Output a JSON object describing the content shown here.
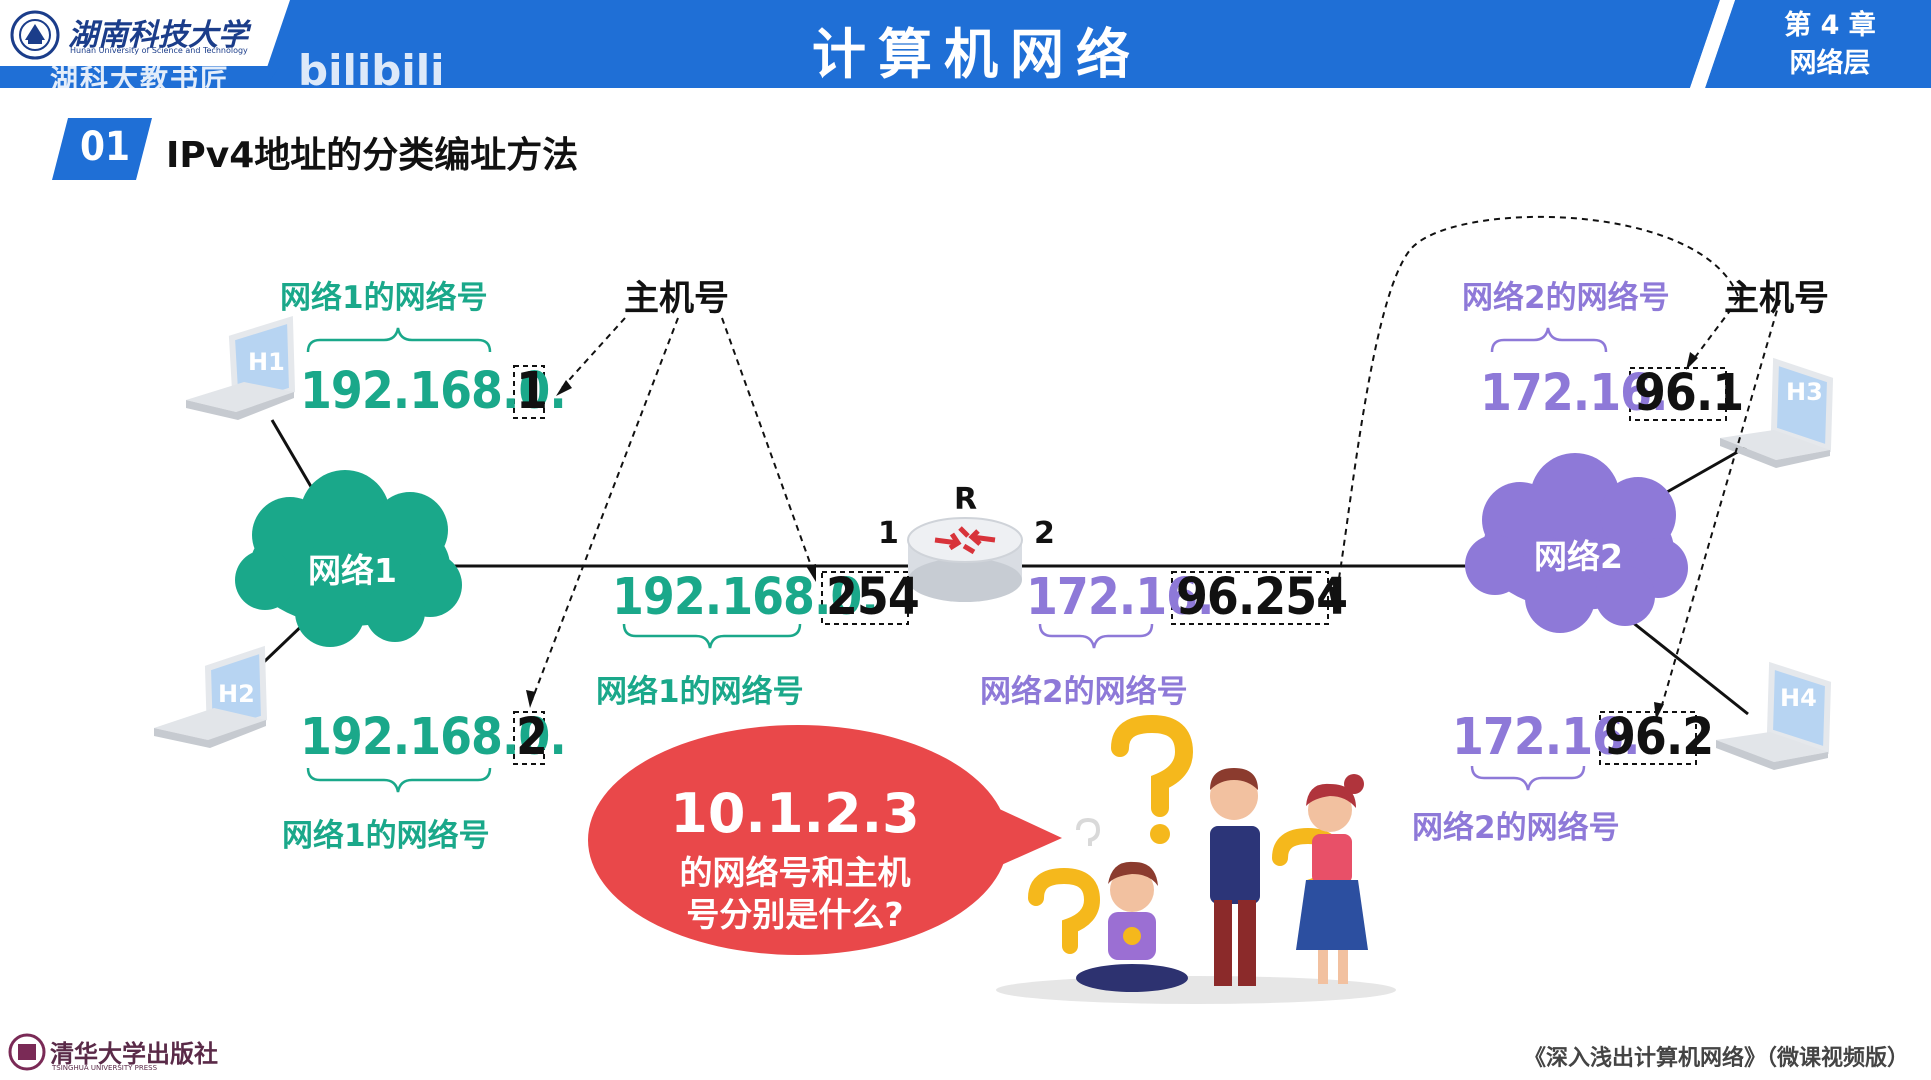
{
  "header": {
    "university_logo_text": "湖南科技大学",
    "university_en": "Hunan University of Science and Technology",
    "watermark": "湖科大教书匠",
    "platform_logo": "bilibili",
    "title": "计算机网络",
    "chapter": "第 4 章",
    "chapter_name": "网络层"
  },
  "section": {
    "number": "01",
    "title": "IPv4地址的分类编址方法"
  },
  "network1": {
    "cloud_label": "网络1",
    "netid_label": "网络1的网络号",
    "host_label": "主机号",
    "h1": {
      "name": "H1",
      "net_part": "192.168.0.",
      "host_part": "1"
    },
    "h2": {
      "name": "H2",
      "net_part": "192.168.0.",
      "host_part": "2"
    },
    "router_if": {
      "net_part": "192.168.0.",
      "host_part": "254"
    }
  },
  "router": {
    "name": "R",
    "port1": "1",
    "port2": "2"
  },
  "network2": {
    "cloud_label": "网络2",
    "netid_label": "网络2的网络号",
    "host_label": "主机号",
    "h3": {
      "name": "H3",
      "net_part": "172.16.",
      "host_part": "96.1"
    },
    "h4": {
      "name": "H4",
      "net_part": "172.16.",
      "host_part": "96.2"
    },
    "router_if": {
      "net_part": "172.16.",
      "host_part": "96.254"
    }
  },
  "question": {
    "ip": "10.1.2.3",
    "line1": "的网络号和主机",
    "line2": "号分别是什么?"
  },
  "footer": {
    "publisher": "清华大学出版社",
    "publisher_en": "TSINGHUA UNIVERSITY PRESS",
    "book": "《深入浅出计算机网络》（微课视频版）"
  },
  "colors": {
    "header_blue": "#1f6fd6",
    "network1_green": "#1aa88a",
    "network2_purple": "#8e79d8",
    "bubble_red": "#e9484a"
  }
}
